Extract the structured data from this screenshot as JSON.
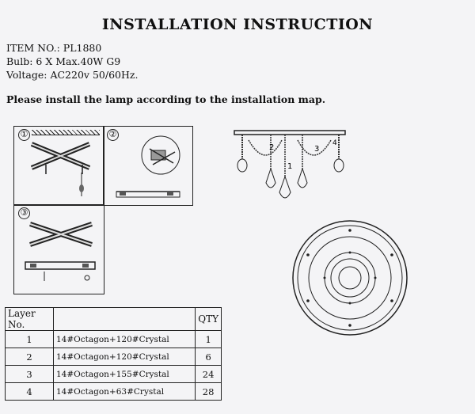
{
  "title": "INSTALLATION INSTRUCTION",
  "item_no": "ITEM NO.: PL1880",
  "bulb": "Bulb: 6 X Max.40W  G9",
  "voltage": "Voltage: AC220v 50/60Hz.",
  "note": "Please install the lamp according to the installation map.",
  "steps": {
    "s1": "①",
    "s2": "②",
    "s3": "③"
  },
  "side_labels": {
    "l2": "2",
    "l3": "3",
    "l4": "4",
    "l1": "1"
  },
  "table": {
    "headers": {
      "layer": "Layer No.",
      "desc": "",
      "qty": "QTY"
    },
    "rows": [
      {
        "layer": "1",
        "desc": "14#Octagon+120#Crystal",
        "qty": "1"
      },
      {
        "layer": "2",
        "desc": "14#Octagon+120#Crystal",
        "qty": "6"
      },
      {
        "layer": "3",
        "desc": "14#Octagon+155#Crystal",
        "qty": "24"
      },
      {
        "layer": "4",
        "desc": "14#Octagon+63#Crystal",
        "qty": "28"
      }
    ]
  }
}
